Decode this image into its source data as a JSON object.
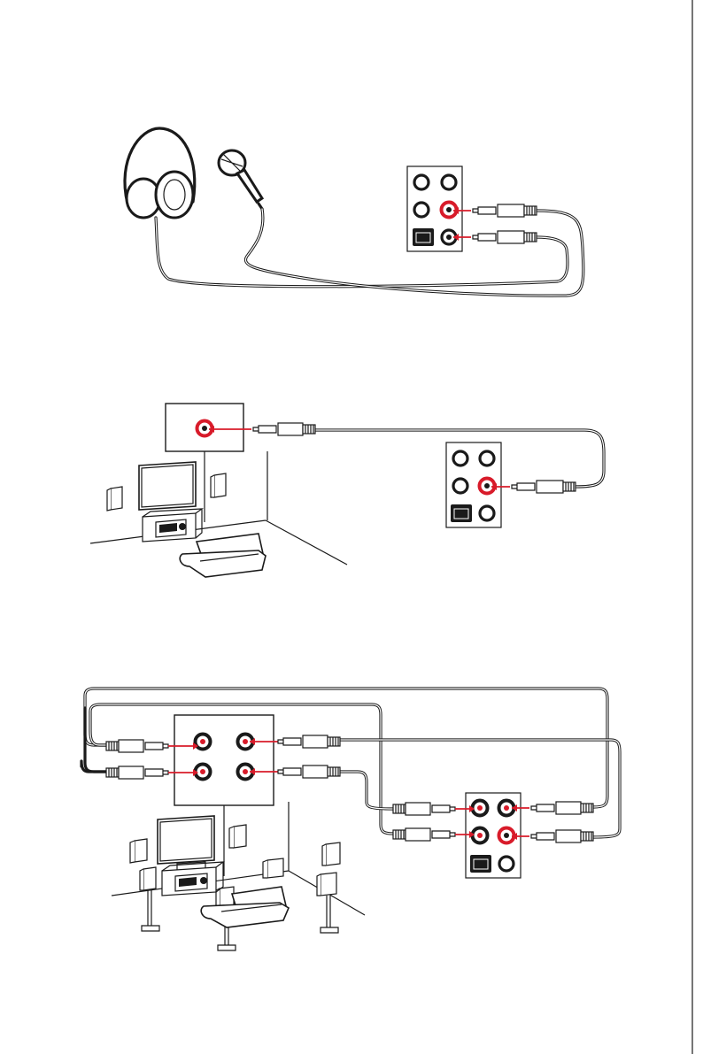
{
  "colors": {
    "line": "#1a1a1a",
    "active_jack": "#d81b2a",
    "background": "#ffffff"
  },
  "icons": [
    "headphone-icon",
    "microphone-icon",
    "audio-jack-panel-icon",
    "optical-spdif-port-icon",
    "audio-plug-icon",
    "amplifier-icon",
    "tv-icon",
    "speaker-icon",
    "sofa-icon"
  ],
  "diagrams": [
    {
      "id": "headphone-mic-connection"
    },
    {
      "id": "stereo-amplifier-connection"
    },
    {
      "id": "surround-speaker-connection"
    }
  ]
}
